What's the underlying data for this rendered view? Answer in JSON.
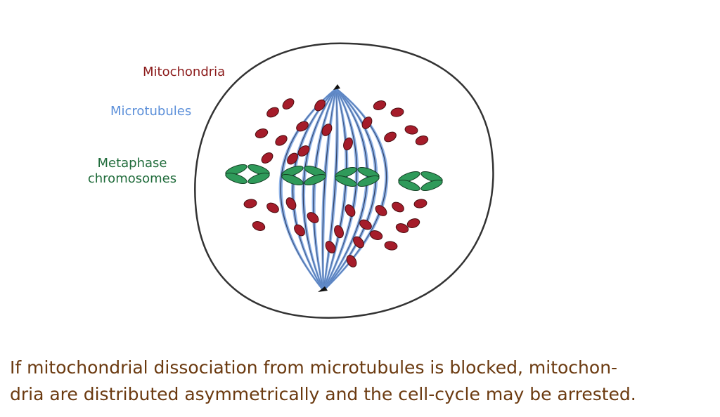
{
  "labels": {
    "mitochondria": "Mitochondria",
    "microtubules": "Microtubules",
    "chromosomes_line1": "Metaphase",
    "chromosomes_line2": "chromosomes"
  },
  "caption": {
    "line1": "If mitochondrial dissociation from microtubules is blocked, mitochon-",
    "line2": "dria are distributed asymmetrically and the cell-cycle may be arrested."
  },
  "colors": {
    "mitochondria": "#8b1a1a",
    "microtubules": "#5b8fd9",
    "chromosomes": "#1f6b3a",
    "caption": "#6b3a10",
    "cell_outline": "#333333"
  },
  "icons": {
    "cell": "cell-outline-icon",
    "spindle_pole": "spindle-pole-icon"
  }
}
